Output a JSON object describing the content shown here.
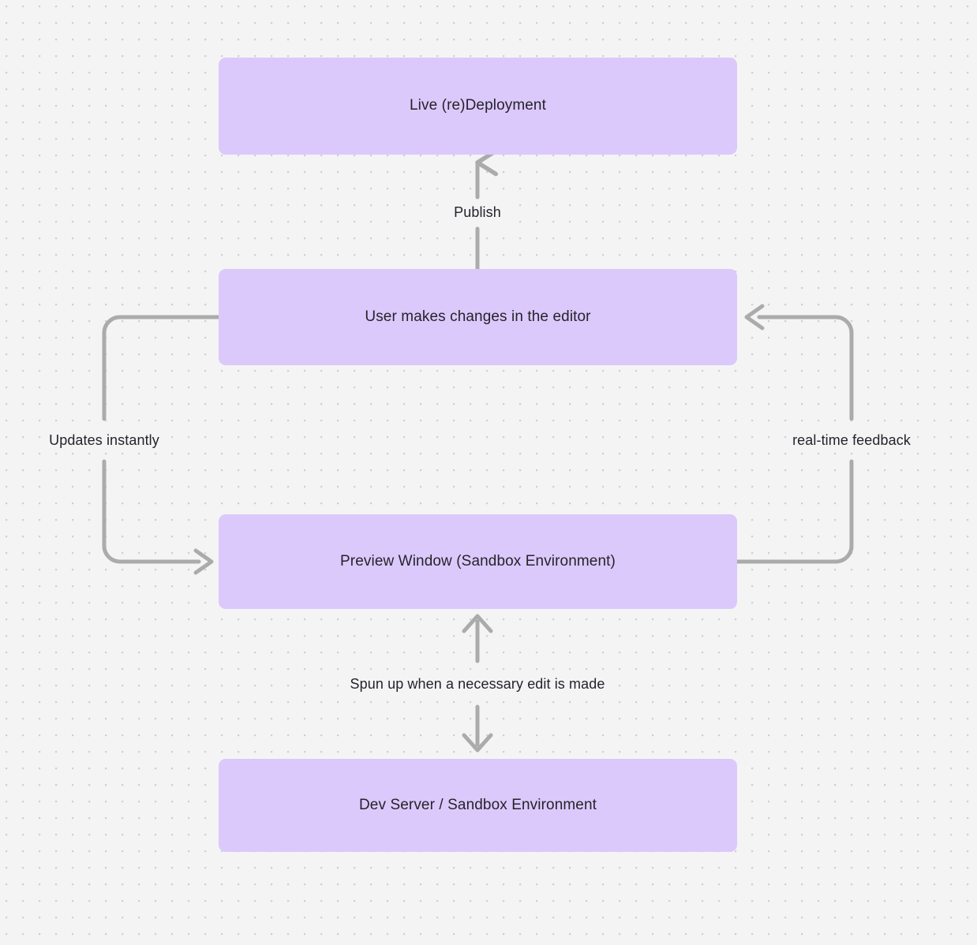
{
  "diagram": {
    "type": "flowchart",
    "background": {
      "color": "#f4f4f5",
      "grid": "dot-grid"
    },
    "node_color": "#dcc9fb",
    "edge_color": "#ababab",
    "text_color": "#25232b",
    "nodes": [
      {
        "id": "live",
        "label": "Live (re)Deployment"
      },
      {
        "id": "editor",
        "label": "User makes changes in the editor"
      },
      {
        "id": "preview",
        "label": "Preview Window (Sandbox Environment)"
      },
      {
        "id": "devserver",
        "label": "Dev Server / Sandbox Environment"
      }
    ],
    "edges": [
      {
        "id": "publish",
        "from": "editor",
        "to": "live",
        "label": "Publish",
        "direction": "up"
      },
      {
        "id": "updates",
        "from": "editor",
        "to": "preview",
        "label": "Updates instantly",
        "direction": "left-loop-down"
      },
      {
        "id": "feedback",
        "from": "preview",
        "to": "editor",
        "label": "real-time feedback",
        "direction": "right-loop-up"
      },
      {
        "id": "spunup",
        "from": "preview",
        "to": "devserver",
        "label": "Spun up when a necessary edit is made",
        "direction": "bidirectional"
      }
    ]
  }
}
